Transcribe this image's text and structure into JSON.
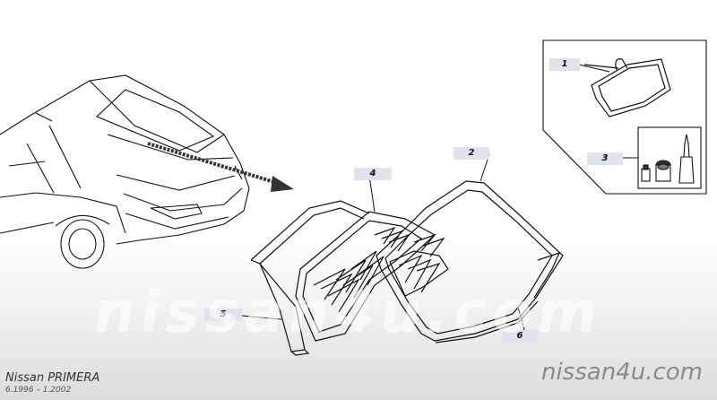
{
  "diagram": {
    "callouts": [
      {
        "id": "1",
        "label": "1"
      },
      {
        "id": "2",
        "label": "2"
      },
      {
        "id": "3",
        "label": "3"
      },
      {
        "id": "4",
        "label": "4"
      },
      {
        "id": "5",
        "label": "5"
      },
      {
        "id": "6",
        "label": "6"
      }
    ]
  },
  "footer": {
    "model": "Nissan PRIMERA",
    "dates": "6.1996 – 1.2002",
    "brand": "nissan4u.com"
  },
  "watermark": {
    "text": "nissan4u.com"
  },
  "colors": {
    "callout_bg": "#dfe3ef",
    "line": "#111111"
  }
}
